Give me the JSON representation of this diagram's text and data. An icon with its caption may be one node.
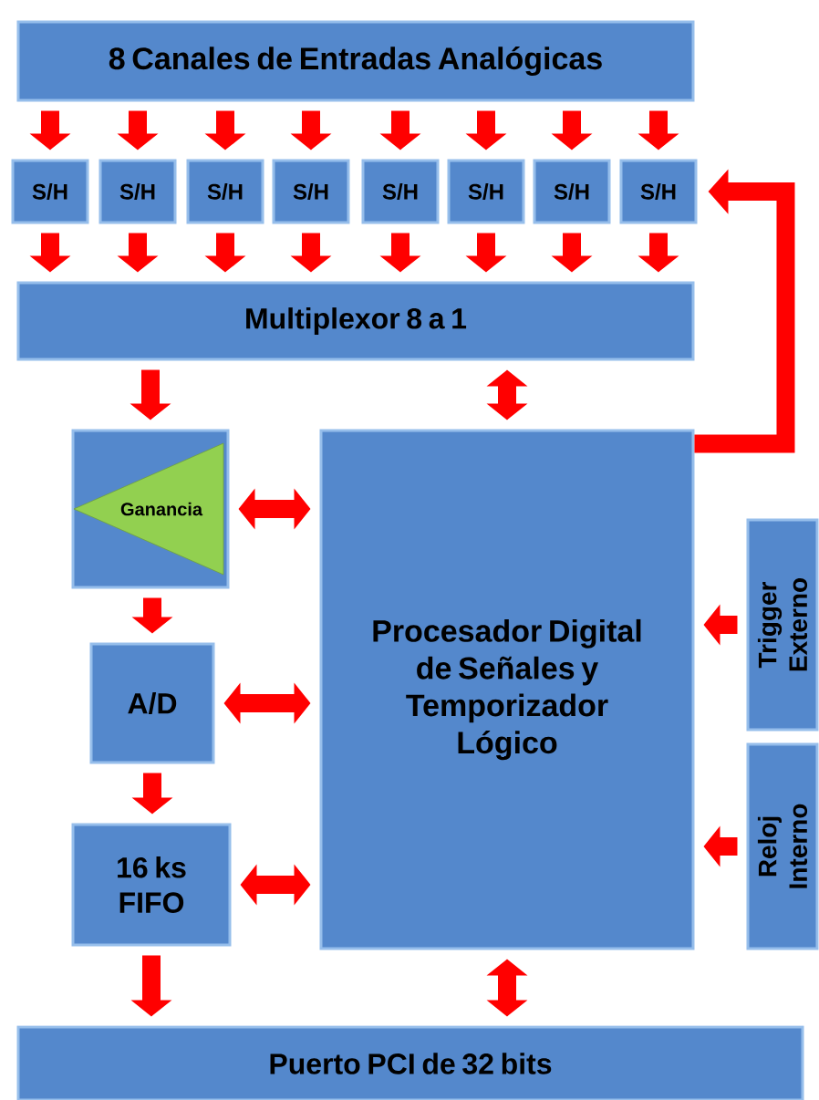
{
  "diagram": {
    "nodes": [
      {
        "text": [
          "8 Canales de Entradas Analógicas"
        ]
      },
      {
        "text": [
          "S/H"
        ]
      },
      {
        "text": [
          "S/H"
        ]
      },
      {
        "text": [
          "S/H"
        ]
      },
      {
        "text": [
          "S/H"
        ]
      },
      {
        "text": [
          "S/H"
        ]
      },
      {
        "text": [
          "S/H"
        ]
      },
      {
        "text": [
          "S/H"
        ]
      },
      {
        "text": [
          "S/H"
        ]
      },
      {
        "text": [
          "Multiplexor 8 a 1"
        ]
      },
      {
        "text": [
          "Ganancia"
        ]
      },
      {
        "text": [
          "A/D"
        ]
      },
      {
        "text": [
          "16 ks FIFO"
        ]
      },
      {
        "text": [
          "Procesador Digital de Señales y Temporizador Lógico"
        ]
      },
      {
        "text": [
          "Trigger Externo"
        ]
      },
      {
        "text": [
          "Reloj Interno"
        ]
      },
      {
        "text": [
          "Puerto PCI de 32 bits"
        ]
      }
    ],
    "edges": [
      {
        "from": 0,
        "to": 1,
        "arrow": "to"
      },
      {
        "from": 0,
        "to": 2,
        "arrow": "to"
      },
      {
        "from": 0,
        "to": 3,
        "arrow": "to"
      },
      {
        "from": 0,
        "to": 4,
        "arrow": "to"
      },
      {
        "from": 0,
        "to": 5,
        "arrow": "to"
      },
      {
        "from": 0,
        "to": 6,
        "arrow": "to"
      },
      {
        "from": 0,
        "to": 7,
        "arrow": "to"
      },
      {
        "from": 0,
        "to": 8,
        "arrow": "to"
      },
      {
        "from": 1,
        "to": 9,
        "arrow": "to"
      },
      {
        "from": 2,
        "to": 9,
        "arrow": "to"
      },
      {
        "from": 3,
        "to": 9,
        "arrow": "to"
      },
      {
        "from": 4,
        "to": 9,
        "arrow": "to"
      },
      {
        "from": 5,
        "to": 9,
        "arrow": "to"
      },
      {
        "from": 6,
        "to": 9,
        "arrow": "to"
      },
      {
        "from": 7,
        "to": 9,
        "arrow": "to"
      },
      {
        "from": 8,
        "to": 9,
        "arrow": "to"
      },
      {
        "from": 9,
        "to": 10,
        "arrow": "to"
      },
      {
        "from": 10,
        "to": 11,
        "arrow": "to"
      },
      {
        "from": 11,
        "to": 12,
        "arrow": "to"
      },
      {
        "from": 12,
        "to": 16,
        "arrow": "to"
      },
      {
        "from": 9,
        "to": 13,
        "arrow": "both"
      },
      {
        "from": 10,
        "to": 13,
        "arrow": "both"
      },
      {
        "from": 11,
        "to": 13,
        "arrow": "both"
      },
      {
        "from": 12,
        "to": 13,
        "arrow": "both"
      },
      {
        "from": 13,
        "to": 16,
        "arrow": "both"
      },
      {
        "from": 13,
        "to": 8,
        "arrow": "to"
      },
      {
        "from": 14,
        "to": 13,
        "arrow": "to"
      },
      {
        "from": 15,
        "to": 13,
        "arrow": "to"
      }
    ]
  }
}
